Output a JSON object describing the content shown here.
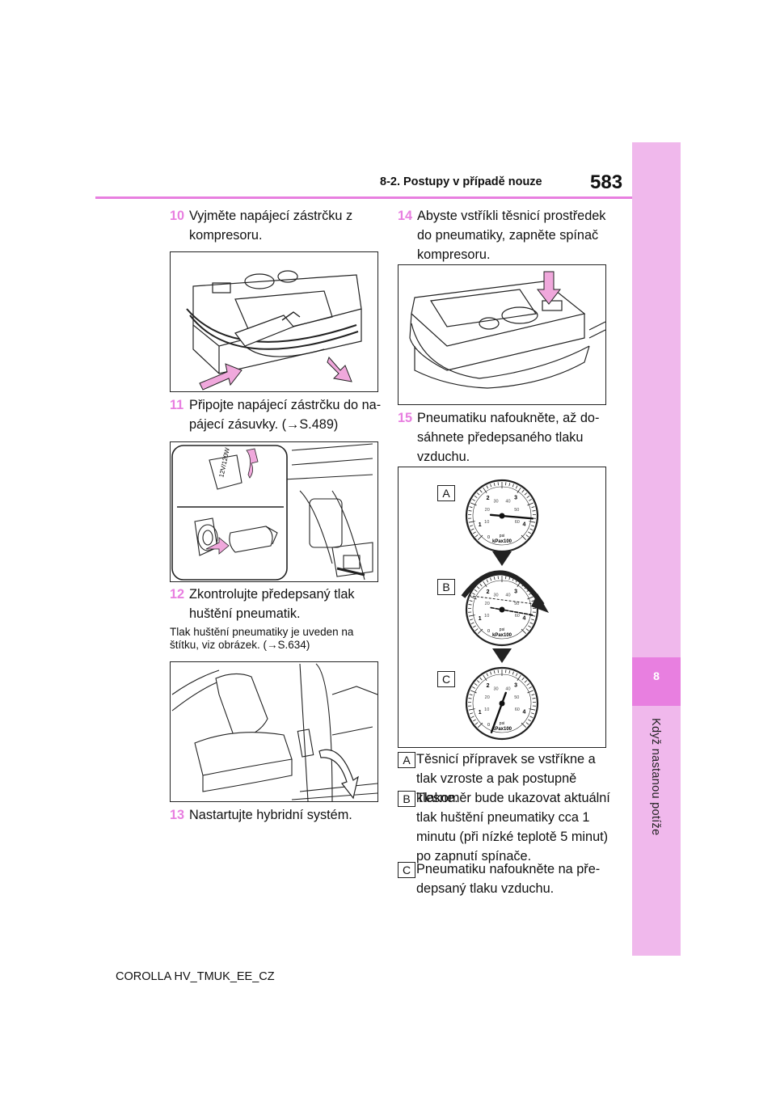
{
  "header": {
    "section": "8-2. Postupy v případě nouze",
    "page_number": "583"
  },
  "side_tab": {
    "chapter_number": "8",
    "chapter_title": "Když nastanou potíže"
  },
  "steps": [
    {
      "num": "10",
      "text": "Vyjměte napájecí zástrčku z kompresoru."
    },
    {
      "num": "11",
      "text": "Připojte napájecí zástrčku do na­pájecí zásuvky. (→S.489)"
    },
    {
      "num": "12",
      "text": "Zkontrolujte předepsaný tlak huštění pneumatik."
    },
    {
      "num": "13",
      "text": "Nastartujte hybridní systém."
    },
    {
      "num": "14",
      "text": "Abyste vstříkli těsnicí prostředek do pneumatiky, zapněte spínač kompresoru."
    },
    {
      "num": "15",
      "text": "Pneumatiku nafoukněte, až do­sáhnete předepsaného tlaku vzduchu."
    }
  ],
  "note_12": "Tlak huštění pneumatiky je uveden na štítku, viz obrázek. (→S.634)",
  "illustration": {
    "socket_label": "12V/120W",
    "gauge_unit": "kPax100",
    "gauge_unit2": "psi",
    "outer_ticks": [
      "1",
      "2",
      "3",
      "4"
    ],
    "inner_ticks": [
      "10",
      "20",
      "30",
      "40",
      "50",
      "60"
    ],
    "zero": "0"
  },
  "gauge_labels": [
    "A",
    "B",
    "C"
  ],
  "descriptions": [
    {
      "label": "A",
      "text": "Těsnicí přípravek se vstříkne a tlak vzroste a pak postupně klesne."
    },
    {
      "label": "B",
      "text": "Tlakoměr bude ukazovat aktuální tlak huštění pneumatiky cca 1 mi­nutu (při nízké teplotě 5 minut) po zapnutí spínače."
    },
    {
      "label": "C",
      "text": "Pneumatiku nafoukněte na pře­depsaný tlaku vzduchu."
    }
  ],
  "footer": {
    "model": "COROLLA HV_TMUK_EE_CZ"
  },
  "colors": {
    "accent": "#e87fe0",
    "tab_light": "#f0b8ec",
    "arrow_pink": "#f0a8dc"
  }
}
